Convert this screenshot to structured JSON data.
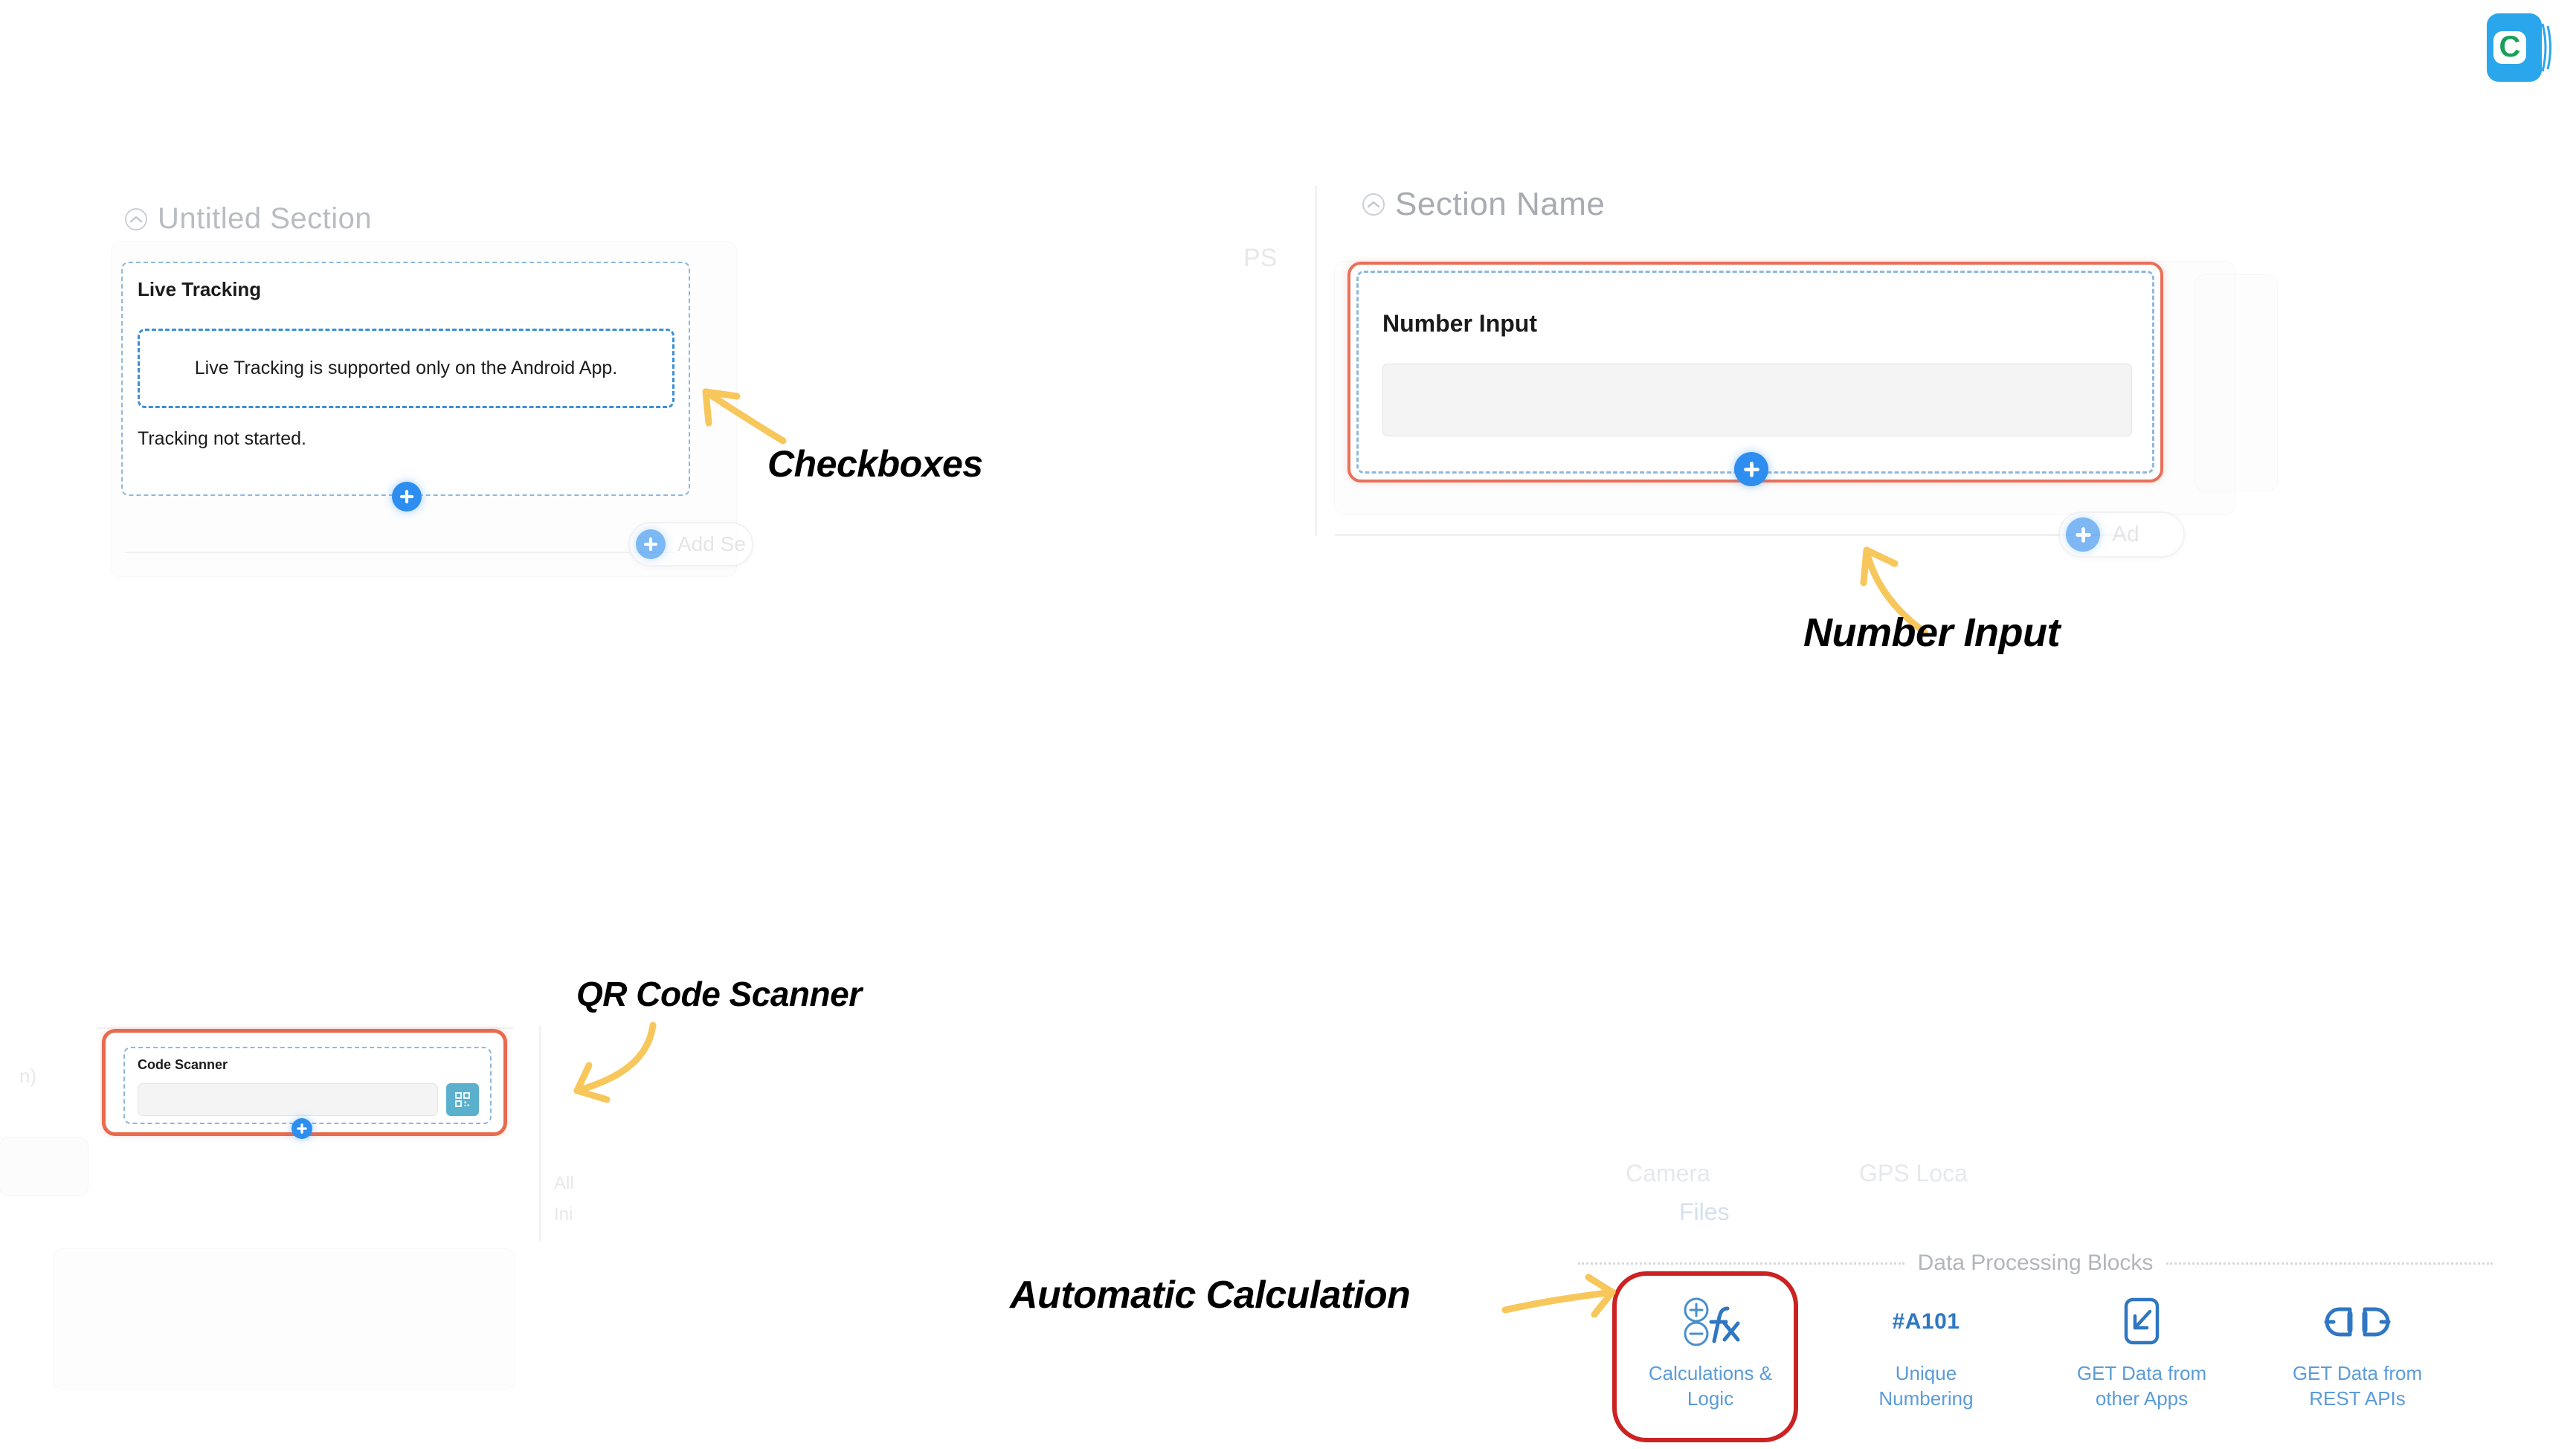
{
  "logo": {
    "letter": "C",
    "name": "clappia-logo"
  },
  "sections": {
    "left": {
      "header_label": "Untitled Section",
      "field_label": "Live Tracking",
      "notice": "Live Tracking is supported only on the Android App.",
      "status": "Tracking not started.",
      "add_button_label": "Add Se"
    },
    "right": {
      "header_label": "Section Name",
      "field_label": "Number Input",
      "input_value": "",
      "input_placeholder": "",
      "add_button_label": "Ad"
    },
    "scanner": {
      "field_label": "Code Scanner",
      "input_value": "",
      "input_placeholder": "",
      "scan_button_icon": "qr-code-icon"
    }
  },
  "annotations": [
    {
      "id": "checkboxes",
      "text": "Checkboxes"
    },
    {
      "id": "number-input",
      "text": "Number Input"
    },
    {
      "id": "qr-code-scanner",
      "text": "QR Code Scanner"
    },
    {
      "id": "automatic-calculation",
      "text": "Automatic Calculation"
    }
  ],
  "ghost_labels": [
    {
      "id": "camera",
      "text": "Camera"
    },
    {
      "id": "gps-location",
      "text": "GPS Loca"
    },
    {
      "id": "files",
      "text": "Files"
    },
    {
      "id": "fragment-ps",
      "text": "PS"
    },
    {
      "id": "fragment-n",
      "text": "n)"
    },
    {
      "id": "fragment-all",
      "text": "All"
    },
    {
      "id": "fragment-ini",
      "text": "Ini"
    }
  ],
  "data_processing": {
    "separator_label": "Data Processing Blocks",
    "blocks": [
      {
        "id": "calculations-and-logic",
        "label": "Calculations &\nLogic",
        "icon": "calculator-fx-icon",
        "highlighted": true
      },
      {
        "id": "unique-numbering",
        "label": "Unique\nNumbering",
        "icon": "hash-a101-icon",
        "badge": "#A101",
        "highlighted": false
      },
      {
        "id": "get-data-from-other-apps",
        "label": "GET Data from\nother Apps",
        "icon": "import-arrow-icon",
        "highlighted": false
      },
      {
        "id": "get-data-from-rest-apis",
        "label": "GET Data from\nREST APIs",
        "icon": "plug-connector-icon",
        "highlighted": false
      }
    ]
  },
  "colors": {
    "highlight_coral": "#e8705a",
    "highlight_red": "#cc2222",
    "accent_blue": "#2e8ef0",
    "arrow_yellow": "#f7c košt"
  },
  "palette": {
    "highlight_coral": "#e8705a",
    "highlight_red": "#cc2222",
    "accent_blue": "#2e8ef0",
    "arrow_yellow": "#f8c75b",
    "dashed_blue": "#8fb8dd",
    "scan_teal": "#5ab0cd",
    "block_blue": "#5b9bd8"
  }
}
